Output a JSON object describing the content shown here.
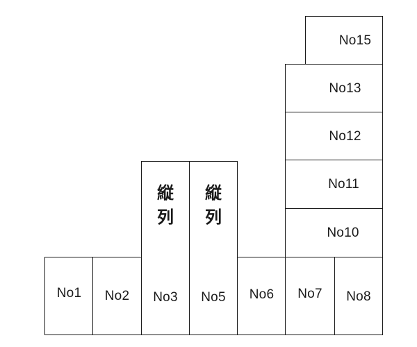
{
  "diagram": {
    "vertical_label": "縦列",
    "cells": {
      "no1": "No1",
      "no2": "No2",
      "no3": "No3",
      "no5": "No5",
      "no6": "No6",
      "no7": "No7",
      "no8": "No8",
      "no10": "No10",
      "no11": "No11",
      "no12": "No12",
      "no13": "No13",
      "no15": "No15"
    }
  }
}
